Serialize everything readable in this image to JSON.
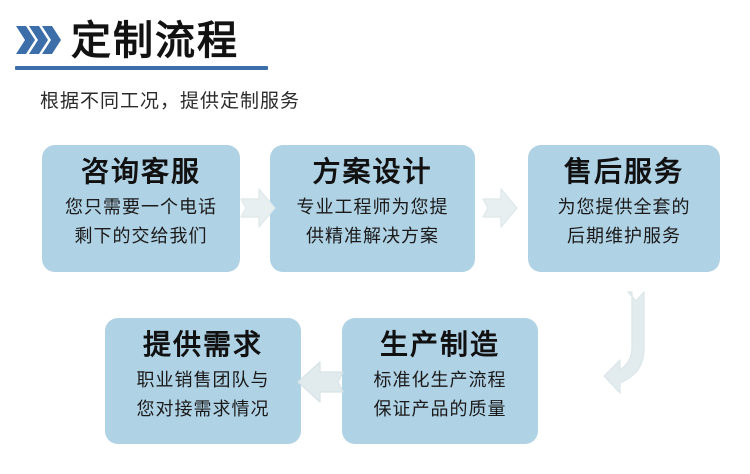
{
  "header": {
    "chevron_icon": "triple-chevron-right-icon",
    "title": "定制流程",
    "subtitle": "根据不同工况，提供定制服务",
    "accent_color": "#3c6fa9",
    "rule_color": "#3c6fa9"
  },
  "theme": {
    "box_fill": "#b0d2e5",
    "arrow_fill": "#e3ecef",
    "title_text_color": "#111111",
    "body_text_color": "#1a1a1a",
    "page_background": "#ffffff"
  },
  "steps": [
    {
      "id": "step1",
      "title": "咨询客服",
      "lines": [
        "您只需要一个电话",
        "剩下的交给我们"
      ]
    },
    {
      "id": "step2",
      "title": "方案设计",
      "lines": [
        "专业工程师为您提",
        "供精准解决方案"
      ]
    },
    {
      "id": "step3",
      "title": "售后服务",
      "lines": [
        "为您提供全套的",
        "后期维护服务"
      ]
    },
    {
      "id": "step4",
      "title": "提供需求",
      "lines": [
        "职业销售团队与",
        "您对接需求情况"
      ]
    },
    {
      "id": "step5",
      "title": "生产制造",
      "lines": [
        "标准化生产流程",
        "保证产品的质量"
      ]
    }
  ],
  "connectors": [
    {
      "id": "arrow-1-2",
      "icon": "arrow-right-icon",
      "direction": "right"
    },
    {
      "id": "arrow-2-3",
      "icon": "arrow-right-icon",
      "direction": "right"
    },
    {
      "id": "arrow-bend",
      "icon": "arrow-bend-down-left-icon",
      "direction": "down-left"
    },
    {
      "id": "arrow-5-4",
      "icon": "arrow-left-icon",
      "direction": "left"
    }
  ]
}
